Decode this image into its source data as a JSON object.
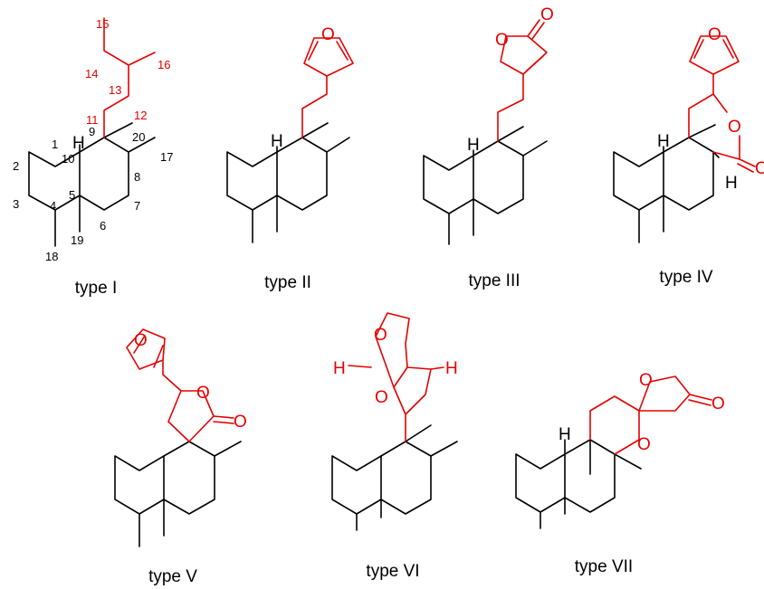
{
  "colors": {
    "skeleton": "#000000",
    "highlight": "#e60000"
  },
  "structures": [
    {
      "caption": "type I",
      "numbers": [
        "1",
        "2",
        "3",
        "4",
        "5",
        "6",
        "7",
        "8",
        "9",
        "10",
        "11",
        "12",
        "13",
        "14",
        "15",
        "16",
        "17",
        "18",
        "19",
        "20"
      ],
      "atoms": {
        "h": "H"
      }
    },
    {
      "caption": "type II",
      "atoms": {
        "h": "H",
        "o": "O"
      }
    },
    {
      "caption": "type III",
      "atoms": {
        "h": "H",
        "o1": "O",
        "o2": "O"
      }
    },
    {
      "caption": "type IV",
      "atoms": {
        "h1": "H",
        "h2": "H",
        "o1": "O",
        "o2": "O",
        "o3": "O"
      }
    },
    {
      "caption": "type V",
      "atoms": {
        "o1": "O",
        "o2": "O",
        "o3": "O"
      }
    },
    {
      "caption": "type VI",
      "atoms": {
        "o1": "O",
        "o2": "O",
        "h1": "H",
        "h2": "H"
      }
    },
    {
      "caption": "type VII",
      "atoms": {
        "h": "H",
        "o1": "O",
        "o2": "O",
        "o3": "O"
      }
    }
  ]
}
